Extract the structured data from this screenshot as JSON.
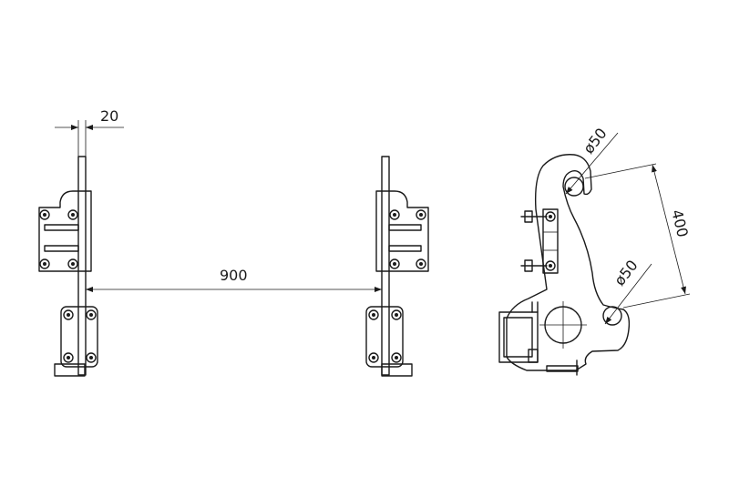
{
  "dimensions": {
    "plate_thickness": "20",
    "plate_spacing": "900",
    "upper_hole_diameter": "ø50",
    "lower_hole_diameter": "ø50",
    "hole_spacing": "400"
  }
}
